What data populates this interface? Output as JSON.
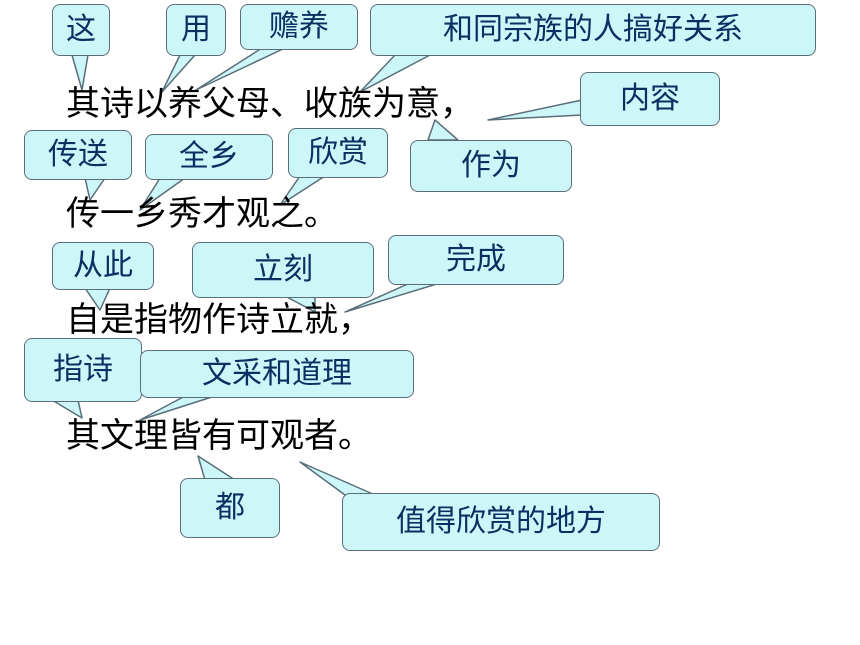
{
  "poem_lines": [
    "其诗以养父母、收族为意，",
    "传一乡秀才观之。",
    "自是指物作诗立就，",
    "其文理皆有可观者。"
  ],
  "annotations": {
    "zhe": "这",
    "yong": "用",
    "shanyang": "赡养",
    "hetongzongzu": "和同宗族的人搞好关系",
    "neirong": "内容",
    "chuansong": "传送",
    "quanxiang": "全乡",
    "xinshang1": "欣赏",
    "zuowei": "作为",
    "congci": "从此",
    "like": "立刻",
    "wancheng": "完成",
    "zhishi": "指诗",
    "wencai": "文采和道理",
    "dou": "都",
    "zhide": "值得欣赏的地方"
  },
  "colors": {
    "callout_fill": "#cdf6f8",
    "callout_border": "#5a6e7a",
    "callout_text": "#0a2f62"
  }
}
